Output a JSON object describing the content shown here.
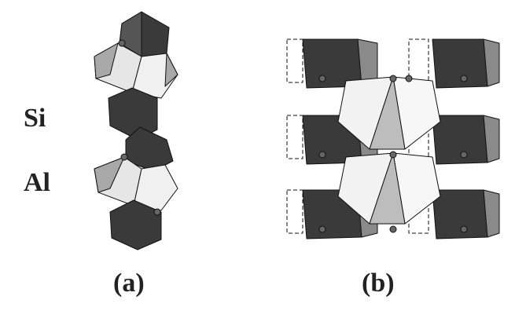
{
  "labels": {
    "si": "Si",
    "al": "Al",
    "panel_a": "(a)",
    "panel_b": "(b)"
  },
  "colors": {
    "dark_polyhedron": "#3a3a3a",
    "mid_polyhedron": "#6e6e6e",
    "light_polyhedron": "#e6e6e6",
    "grey_polyhedron": "#a8a8a8",
    "outline": "#111111"
  }
}
